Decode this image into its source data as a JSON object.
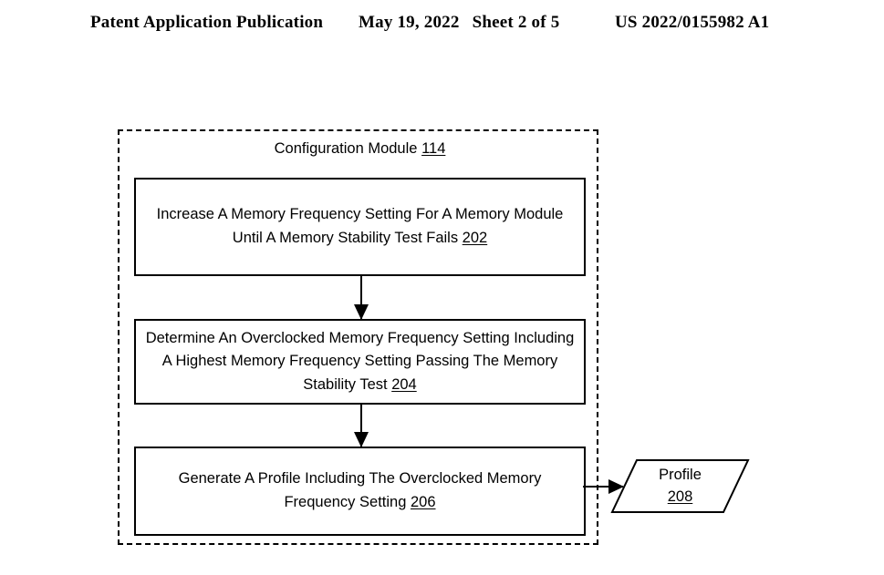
{
  "header": {
    "left": "Patent Application Publication",
    "date": "May 19, 2022",
    "sheet": "Sheet 2 of 5",
    "publication_number": "US 2022/0155982 A1"
  },
  "diagram": {
    "module": {
      "title_text": "Configuration Module",
      "title_ref": "114"
    },
    "steps": [
      {
        "text": "Increase A Memory Frequency Setting For A Memory Module Until A Memory Stability Test Fails",
        "ref": "202"
      },
      {
        "text": "Determine An Overclocked Memory Frequency Setting Including A Highest Memory Frequency Setting Passing The Memory Stability Test",
        "ref": "204"
      },
      {
        "text": "Generate A Profile Including The Overclocked Memory Frequency Setting",
        "ref": "206"
      }
    ],
    "output": {
      "label": "Profile",
      "ref": "208"
    }
  },
  "colors": {
    "stroke": "#000000",
    "background": "#ffffff"
  }
}
